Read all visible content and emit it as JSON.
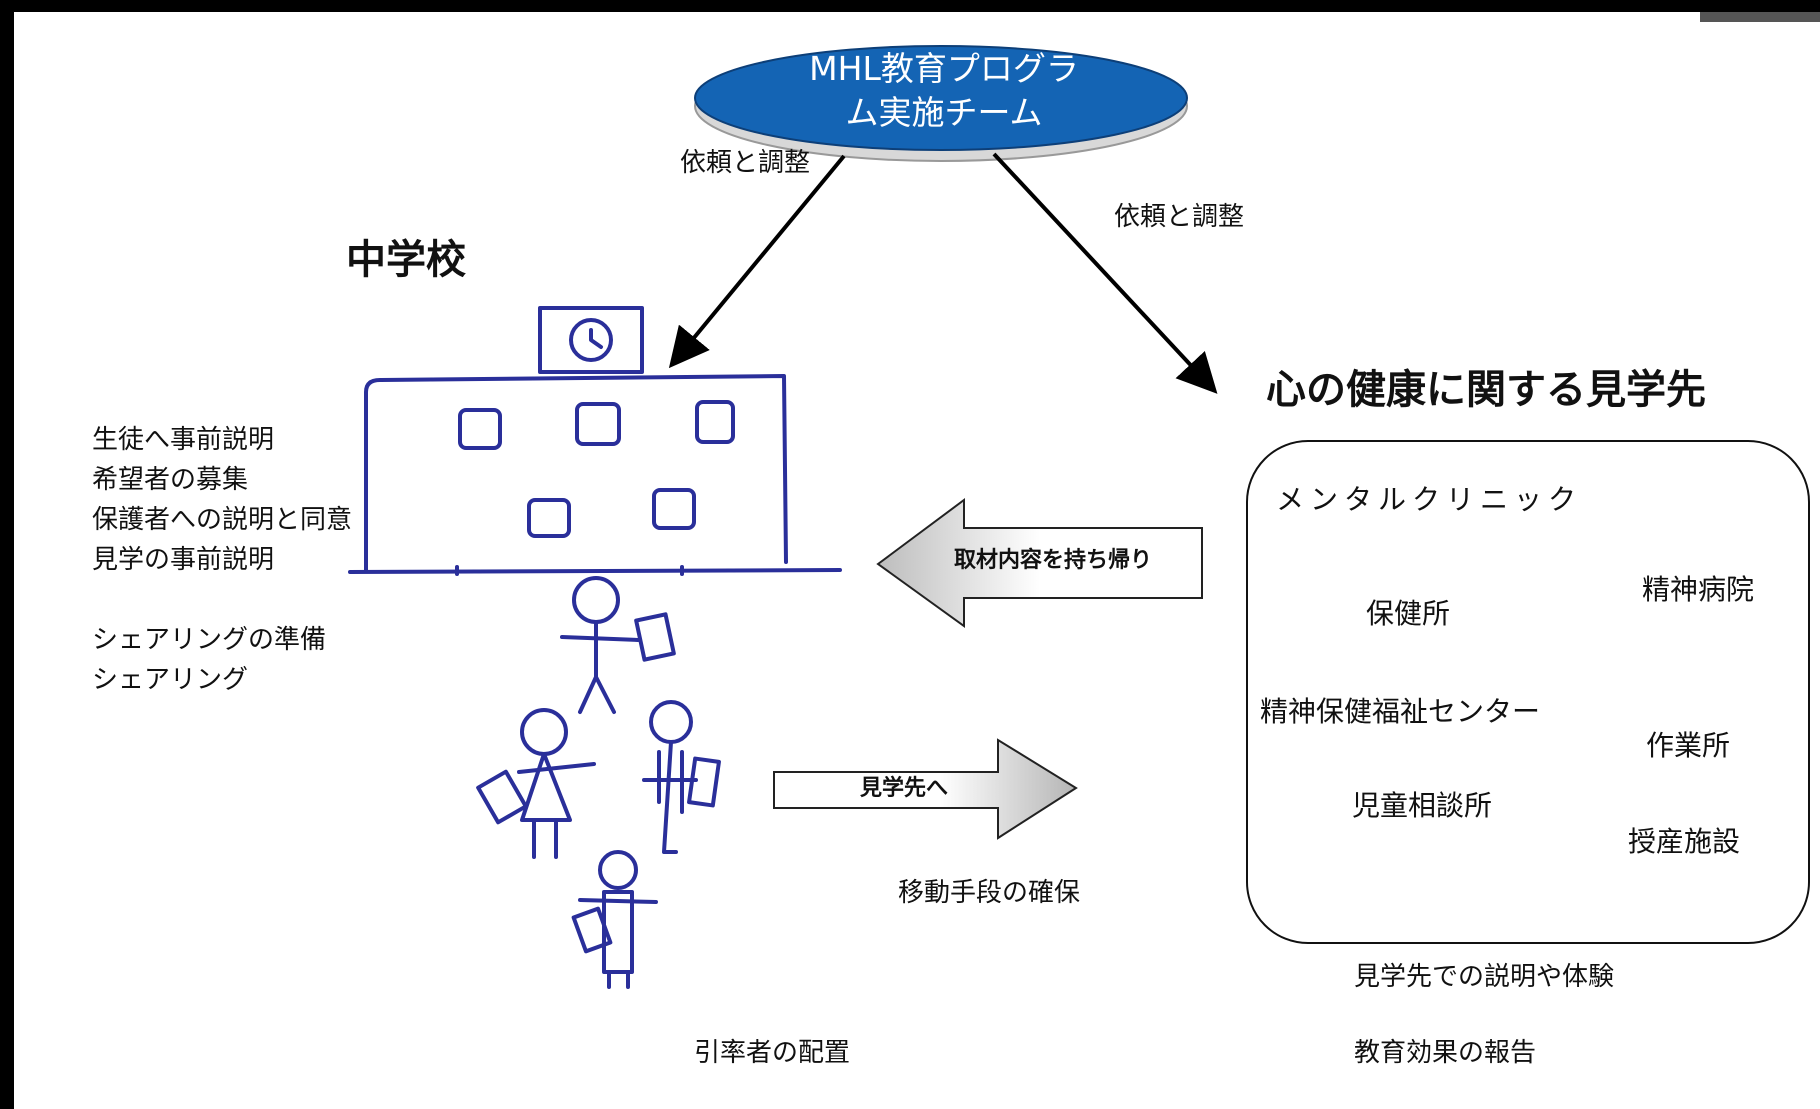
{
  "team": {
    "line1": "MHL教育プログラ",
    "line2": "ム実施チーム"
  },
  "request_left": "依頼と調整",
  "request_right": "依頼と調整",
  "school": {
    "title": "中学校",
    "tasks": [
      "生徒へ事前説明",
      "希望者の募集",
      "保護者への説明と同意",
      "見学の事前説明"
    ],
    "tasks2": [
      "シェアリングの準備",
      "シェアリング"
    ]
  },
  "destination": {
    "title": "心の健康に関する見学先",
    "facilities": [
      "メンタルクリニック",
      "保健所",
      "精神病院",
      "精神保健福祉センター",
      "作業所",
      "児童相談所",
      "授産施設"
    ]
  },
  "arrow_back": "取材内容を持ち帰り",
  "arrow_forward": "見学先へ",
  "transport": "移動手段の確保",
  "chaperone": "引率者の配置",
  "explain": "見学先での説明や体験",
  "report": "教育効果の報告",
  "colors": {
    "ellipse_fill": "#1464b4",
    "ellipse_text": "#ffffff",
    "sketch": "#2a2f9a"
  }
}
